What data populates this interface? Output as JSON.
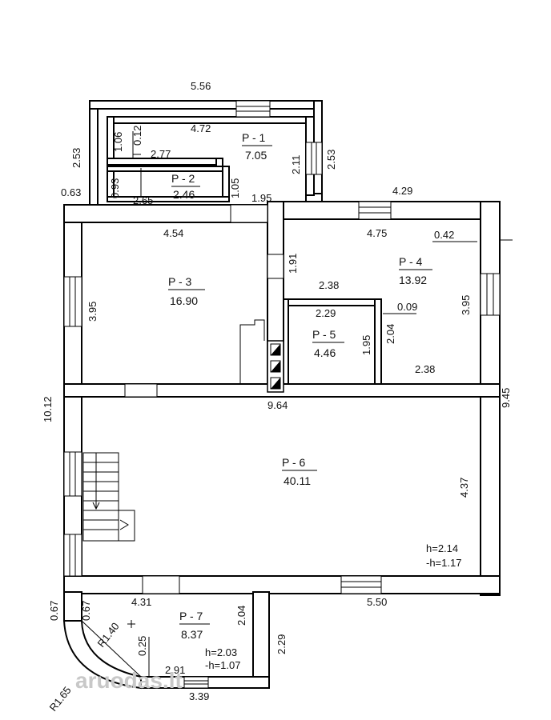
{
  "rooms": [
    {
      "id": "P-1",
      "label": "P - 1",
      "area": "7.05"
    },
    {
      "id": "P-2",
      "label": "P - 2",
      "area": "2.46"
    },
    {
      "id": "P-3",
      "label": "P - 3",
      "area": "16.90"
    },
    {
      "id": "P-4",
      "label": "P - 4",
      "area": "13.92"
    },
    {
      "id": "P-5",
      "label": "P - 5",
      "area": "4.46"
    },
    {
      "id": "P-6",
      "label": "P - 6",
      "area": "40.11"
    },
    {
      "id": "P-7",
      "label": "P - 7",
      "area": "8.37"
    }
  ],
  "dimensions": {
    "top_width": "5.56",
    "left_top": "2.53",
    "left_offset": "0.63",
    "p1_width": "4.72",
    "p1_h": "1.06",
    "p1_small": "0.12",
    "p1_inner": "2.77",
    "p1_right": "2.11",
    "right_top": "2.53",
    "p2_h": "0.93",
    "p2_w": "2.65",
    "p2_right": "1.05",
    "corr": "1.95",
    "right_wing": "4.29",
    "p3_w": "4.54",
    "p3_h": "3.95",
    "p4_w": "4.75",
    "p4_tick": "0.42",
    "p4_side": "1.91",
    "p4_mid": "2.38",
    "p4_h": "3.95",
    "p5_w": "2.29",
    "p5_tick": "0.09",
    "p5_h": "1.95",
    "p5_right": "2.04",
    "p4_bottom": "2.38",
    "overall_left": "10.12",
    "mid_width": "9.64",
    "overall_right": "9.45",
    "p6_right": "4.37",
    "p6_bottom": "5.50",
    "p7_w": "4.31",
    "p7_h": "2.04",
    "p7_left1": "0.67",
    "p7_left2": "0.67",
    "radius1": "R1.40",
    "radius2": "R1.65",
    "p7_small": "0.25",
    "p7_bottom_inner": "2.91",
    "p7_bottom": "3.39",
    "p7_right": "2.29"
  },
  "heights": {
    "p6_h": "h=2.14",
    "p6_neg_h": "-h=1.17",
    "p7_h": "h=2.03",
    "p7_neg_h": "-h=1.07"
  },
  "watermark": "aruodas.lt"
}
